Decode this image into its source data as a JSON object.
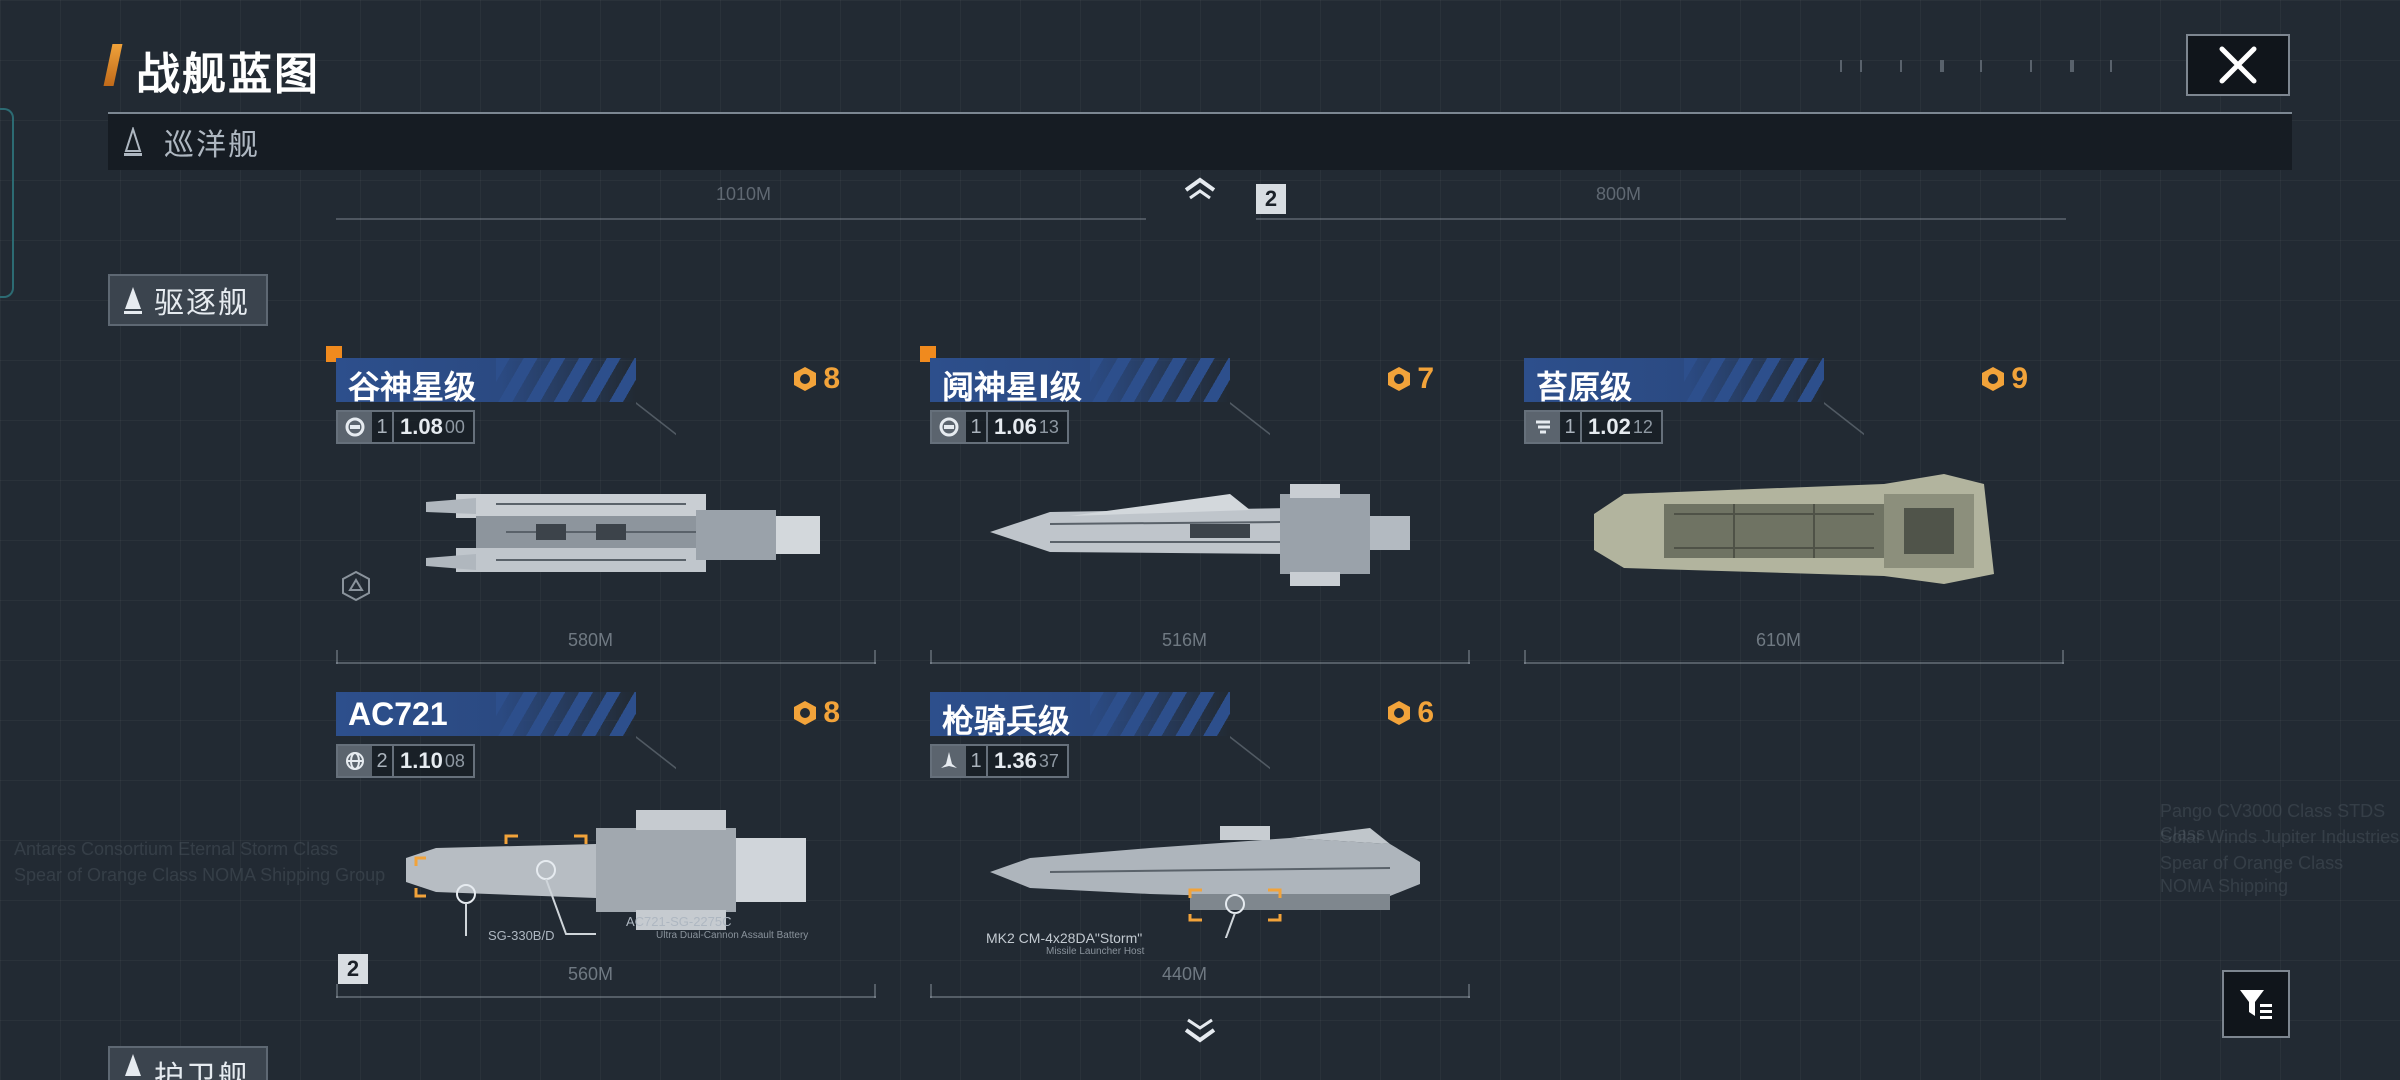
{
  "header": {
    "title": "战舰蓝图"
  },
  "categories": {
    "cruiser": {
      "label": "巡洋舰"
    },
    "destroyer": {
      "label": "驱逐舰"
    },
    "frigate": {
      "label": "护卫舰"
    }
  },
  "cruiser_preview": {
    "length_left": "1010M",
    "length_right": "800M",
    "badge": "2"
  },
  "ships": [
    {
      "name": "谷神星级",
      "cost": "8",
      "tier": "1",
      "version": "1.08",
      "version_sub": "00",
      "length": "580M",
      "weapon_icon": "gear-shield-icon",
      "new": true
    },
    {
      "name": "阋神星Ⅰ级",
      "cost": "7",
      "tier": "1",
      "version": "1.06",
      "version_sub": "13",
      "length": "516M",
      "weapon_icon": "gear-shield-icon",
      "new": true
    },
    {
      "name": "苔原级",
      "cost": "9",
      "tier": "1",
      "version": "1.02",
      "version_sub": "12",
      "length": "610M",
      "weapon_icon": "speed-stripes-icon",
      "new": false
    },
    {
      "name": "AC721",
      "cost": "8",
      "tier": "2",
      "version": "1.10",
      "version_sub": "08",
      "length": "560M",
      "weapon_icon": "globe-icon",
      "new": false,
      "annotations": [
        "SG-330B/D",
        "AC721-SG-2275C",
        "Ultra Dual-Cannon Assault Battery"
      ],
      "badge": "2"
    },
    {
      "name": "枪骑兵级",
      "cost": "6",
      "tier": "1",
      "version": "1.36",
      "version_sub": "37",
      "length": "440M",
      "weapon_icon": "fighter-icon",
      "new": false,
      "annotations": [
        "MK2 CM-4x28DA\"Storm\"",
        "Missile Launcher Host"
      ]
    }
  ],
  "background_text": {
    "left_1": "Antares Consortium Eternal Storm Class",
    "left_2": "Spear of Orange Class NOMA Shipping Group",
    "right_1": "Pango CV3000 Class STDS Class",
    "right_2": "Solar Winds Jupiter Industries",
    "right_3": "Spear of Orange Class NOMA Shipping"
  },
  "colors": {
    "accent": "#f2a33a",
    "name_bar": "#2d4f8c",
    "background": "#222a33",
    "new_marker": "#f08a1e"
  }
}
